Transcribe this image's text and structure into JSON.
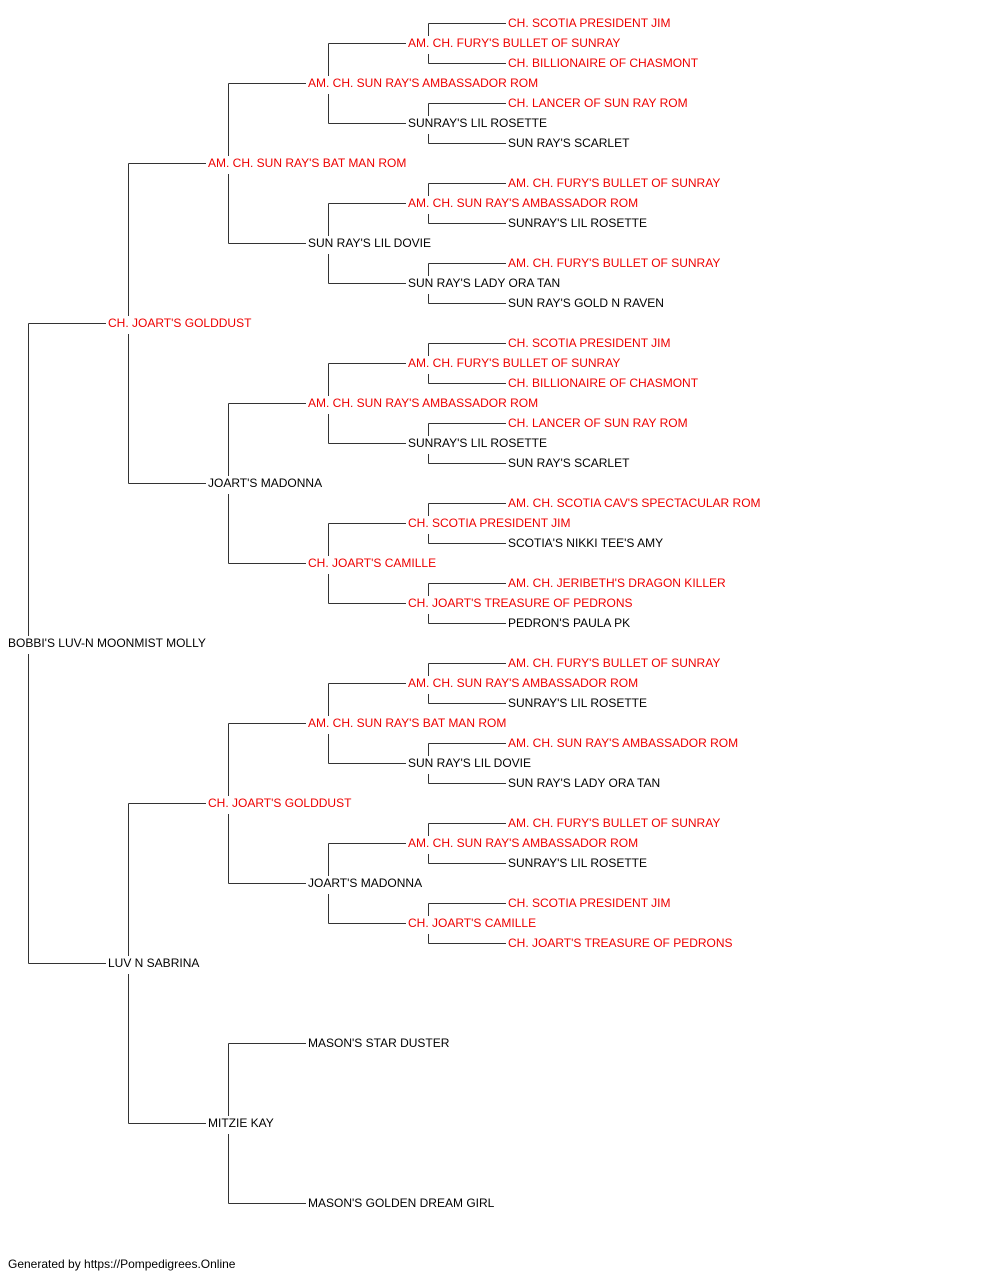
{
  "colors": {
    "champion": "#ee0000",
    "normal": "#000000",
    "lines": "#333333"
  },
  "pedigree": {
    "name": "BOBBI'S LUV-N MOONMIST MOLLY",
    "champion": false,
    "sire": {
      "name": "CH. JOART'S GOLDDUST",
      "champion": true,
      "sire": {
        "name": "AM. CH. SUN RAY'S BAT MAN ROM",
        "champion": true,
        "sire": {
          "name": "AM. CH. SUN RAY'S AMBASSADOR ROM",
          "champion": true,
          "sire": {
            "name": "AM. CH. FURY'S BULLET OF SUNRAY",
            "champion": true,
            "sire": {
              "name": "CH. SCOTIA PRESIDENT JIM",
              "champion": true
            },
            "dam": {
              "name": "CH. BILLIONAIRE OF CHASMONT",
              "champion": true
            }
          },
          "dam": {
            "name": "SUNRAY'S LIL ROSETTE",
            "champion": false,
            "sire": {
              "name": "CH. LANCER OF SUN RAY ROM",
              "champion": true
            },
            "dam": {
              "name": "SUN RAY'S SCARLET",
              "champion": false
            }
          }
        },
        "dam": {
          "name": "SUN RAY'S LIL DOVIE",
          "champion": false,
          "sire": {
            "name": "AM. CH. SUN RAY'S AMBASSADOR ROM",
            "champion": true,
            "sire": {
              "name": "AM. CH. FURY'S BULLET OF SUNRAY",
              "champion": true
            },
            "dam": {
              "name": "SUNRAY'S LIL ROSETTE",
              "champion": false
            }
          },
          "dam": {
            "name": "SUN RAY'S LADY ORA TAN",
            "champion": false,
            "sire": {
              "name": "AM. CH. FURY'S BULLET OF SUNRAY",
              "champion": true
            },
            "dam": {
              "name": "SUN RAY'S GOLD N RAVEN",
              "champion": false
            }
          }
        }
      },
      "dam": {
        "name": "JOART'S MADONNA",
        "champion": false,
        "sire": {
          "name": "AM. CH. SUN RAY'S AMBASSADOR ROM",
          "champion": true,
          "sire": {
            "name": "AM. CH. FURY'S BULLET OF SUNRAY",
            "champion": true,
            "sire": {
              "name": "CH. SCOTIA PRESIDENT JIM",
              "champion": true
            },
            "dam": {
              "name": "CH. BILLIONAIRE OF CHASMONT",
              "champion": true
            }
          },
          "dam": {
            "name": "SUNRAY'S LIL ROSETTE",
            "champion": false,
            "sire": {
              "name": "CH. LANCER OF SUN RAY ROM",
              "champion": true
            },
            "dam": {
              "name": "SUN RAY'S SCARLET",
              "champion": false
            }
          }
        },
        "dam": {
          "name": "CH. JOART'S CAMILLE",
          "champion": true,
          "sire": {
            "name": "CH. SCOTIA PRESIDENT JIM",
            "champion": true,
            "sire": {
              "name": "AM. CH. SCOTIA CAV'S SPECTACULAR ROM",
              "champion": true
            },
            "dam": {
              "name": "SCOTIA'S NIKKI TEE'S AMY",
              "champion": false
            }
          },
          "dam": {
            "name": "CH. JOART'S TREASURE OF PEDRONS",
            "champion": true,
            "sire": {
              "name": "AM. CH. JERIBETH'S DRAGON KILLER",
              "champion": true
            },
            "dam": {
              "name": "PEDRON'S PAULA PK",
              "champion": false
            }
          }
        }
      }
    },
    "dam": {
      "name": "LUV N SABRINA",
      "champion": false,
      "sire": {
        "name": "CH. JOART'S GOLDDUST",
        "champion": true,
        "sire": {
          "name": "AM. CH. SUN RAY'S BAT MAN ROM",
          "champion": true,
          "sire": {
            "name": "AM. CH. SUN RAY'S AMBASSADOR ROM",
            "champion": true,
            "sire": {
              "name": "AM. CH. FURY'S BULLET OF SUNRAY",
              "champion": true
            },
            "dam": {
              "name": "SUNRAY'S LIL ROSETTE",
              "champion": false
            }
          },
          "dam": {
            "name": "SUN RAY'S LIL DOVIE",
            "champion": false,
            "sire": {
              "name": "AM. CH. SUN RAY'S AMBASSADOR ROM",
              "champion": true
            },
            "dam": {
              "name": "SUN RAY'S LADY ORA TAN",
              "champion": false
            }
          }
        },
        "dam": {
          "name": "JOART'S MADONNA",
          "champion": false,
          "sire": {
            "name": "AM. CH. SUN RAY'S AMBASSADOR ROM",
            "champion": true,
            "sire": {
              "name": "AM. CH. FURY'S BULLET OF SUNRAY",
              "champion": true
            },
            "dam": {
              "name": "SUNRAY'S LIL ROSETTE",
              "champion": false
            }
          },
          "dam": {
            "name": "CH. JOART'S CAMILLE",
            "champion": true,
            "sire": {
              "name": "CH. SCOTIA PRESIDENT JIM",
              "champion": true
            },
            "dam": {
              "name": "CH. JOART'S TREASURE OF PEDRONS",
              "champion": true
            }
          }
        }
      },
      "dam": {
        "name": "MITZIE KAY",
        "champion": false,
        "sire": {
          "name": "MASON'S STAR DUSTER",
          "champion": false
        },
        "dam": {
          "name": "MASON'S GOLDEN DREAM GIRL",
          "champion": false
        }
      }
    }
  },
  "footer": "Generated by https://Pompedigrees.Online"
}
